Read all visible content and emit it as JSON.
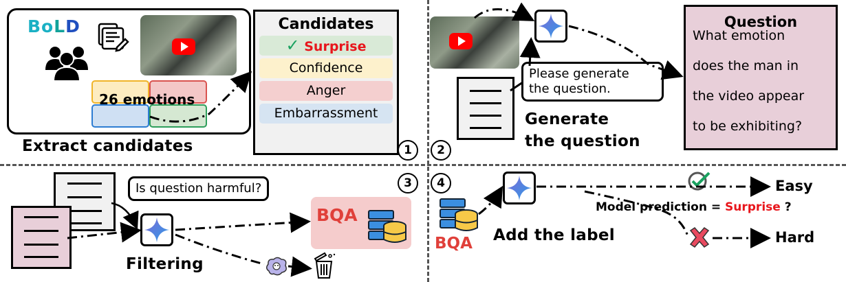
{
  "panels": {
    "p1": {
      "badge": "1",
      "title": "Extract candidates",
      "logo": {
        "parts": [
          {
            "text": "Bo",
            "color": "#1ab0c4"
          },
          {
            "text": "L",
            "color": "#12a29a"
          },
          {
            "text": "D",
            "color": "#1f4fbf"
          }
        ]
      },
      "icons": [
        "users-icon",
        "annotation-document-icon",
        "video-thumbnail-icon",
        "youtube-play-icon"
      ],
      "emotion_tiles": {
        "label": "26 emotions",
        "colors": [
          "#fdecc0",
          "#f4c7c7",
          "#cfe0f3",
          "#d5e8d2"
        ],
        "borders": [
          "#f0b429",
          "#d9534f",
          "#2d7dd2",
          "#2e9e5b"
        ]
      },
      "candidates": {
        "title": "Candidates",
        "items": [
          {
            "label": "Surprise",
            "bg": "#d9ead7",
            "color": "#e8161c",
            "checked": true
          },
          {
            "label": "Confidence",
            "bg": "#fdf1cc",
            "color": "#000000",
            "checked": false
          },
          {
            "label": "Anger",
            "bg": "#f4cfcf",
            "color": "#000000",
            "checked": false
          },
          {
            "label": "Embarrassment",
            "bg": "#d6e4f2",
            "color": "#000000",
            "checked": false
          }
        ]
      }
    },
    "p2": {
      "badge": "2",
      "title_line1": "Generate",
      "title_line2": "the question",
      "prompt_line1": "Please generate",
      "prompt_line2": "the question.",
      "question": {
        "title": "Question",
        "lines": [
          "What emotion",
          "does the man in",
          "the video appear",
          "to be exhibiting?"
        ],
        "bg": "#e8cfd9"
      }
    },
    "p3": {
      "badge": "3",
      "title": "Filtering",
      "prompt": "Is question harmful?",
      "output_label": "BQA",
      "output_bg": "#f5cccc",
      "output_color": "#e0403a",
      "icons": [
        "document-stack-icon",
        "gemini-icon",
        "database-icon",
        "toxic-cloud-icon",
        "trash-icon"
      ]
    },
    "p4": {
      "badge": "4",
      "title": "Add the label",
      "input_label": "BQA",
      "condition_prefix": "Model prediction =",
      "condition_value": "Surprise",
      "condition_suffix": "?",
      "condition_value_color": "#e8161c",
      "outcomes": [
        {
          "label": "Easy",
          "icon": "check-circle-icon"
        },
        {
          "label": "Hard",
          "icon": "cross-icon"
        }
      ]
    }
  },
  "colors": {
    "divider": "#555555",
    "gemini_from": "#7b6ad8",
    "gemini_to": "#2f9be6",
    "doc_gray": "#f1f1f1",
    "doc_pink": "#e8cfd9"
  }
}
